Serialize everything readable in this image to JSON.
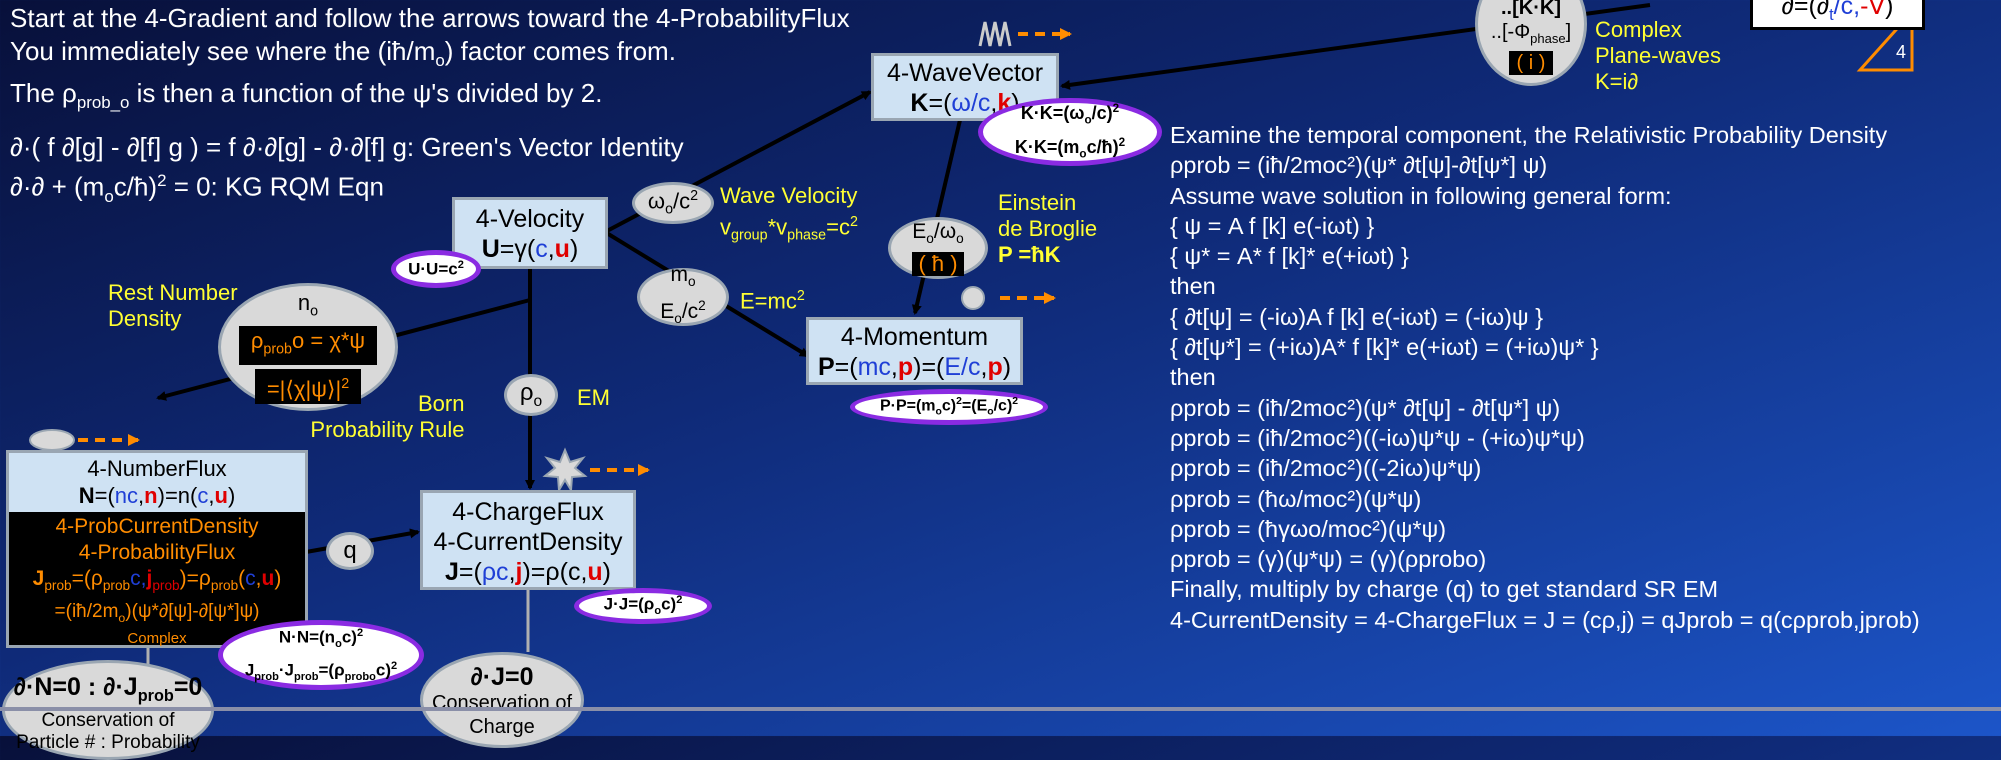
{
  "intro": {
    "line1": "Start at the 4-Gradient and follow the arrows toward the 4-ProbabilityFlux",
    "line2_pre": "You immediately see where the (iħ/m",
    "line2_sub": "o",
    "line2_post": ") factor comes from.",
    "line3_pre": "The ρ",
    "line3_sub": "prob_o",
    "line3_post": " is then a function of the ψ's divided by 2."
  },
  "identities": {
    "green": "∂·( f ∂[g] - ∂[f] g ) = f ∂·∂[g] - ∂·∂[f] g: Green's Vector Identity",
    "kg_pre": "∂·∂ + (m",
    "kg_sub": "o",
    "kg_mid": "c/ħ)",
    "kg_sup": "2",
    "kg_post": " = 0: KG RQM Eqn"
  },
  "top_right": {
    "kk_partial": "..[K·K]",
    "phi": "..[-Φ",
    "phi_sub": "phase",
    "phi_close": "]",
    "i": "( i )",
    "complex": "Complex",
    "planewaves": "Plane-waves",
    "k_eq": "K=i∂",
    "grad": "∂=(∂",
    "grad_t": "t",
    "grad_c": "/c,",
    "grad_nabla": "-∇",
    "grad_close": ")",
    "corner_number": "4"
  },
  "nodes": {
    "wavevector": {
      "title": "4-WaveVector",
      "k": "K",
      "eq": "=(",
      "w": "ω/c",
      "comma": ",",
      "kk": "k",
      "close": ")"
    },
    "velocity": {
      "title": "4-Velocity",
      "u": "U",
      "eq": "=γ(",
      "c": "c",
      "comma": ",",
      "uu": "u",
      "close": ")"
    },
    "momentum": {
      "title": "4-Momentum",
      "p": "P",
      "eq": "=(",
      "mc": "mc",
      "comma1": ",",
      "pp": "p",
      "mid": ")=(",
      "ec": "E/c",
      "comma2": ",",
      "pp2": "p",
      "close": ")"
    },
    "numberflux": {
      "title": "4-NumberFlux",
      "n": "N",
      "eq": "=(",
      "nc": "nc",
      "comma": ",",
      "nn": "n",
      "mid": ")=n(",
      "c": "c",
      "comma2": ",",
      "u": "u",
      "close": ")"
    },
    "chargeflux": {
      "title1": "4-ChargeFlux",
      "title2": "4-CurrentDensity",
      "j": "J",
      "eq": "=(",
      "rc": "ρc",
      "comma": ",",
      "jj": "j",
      "mid": ")=ρ(c,",
      "u": "u",
      "close": ")"
    },
    "probflux": {
      "l1": "4-ProbCurrentDensity",
      "l2": "4-ProbabilityFlux",
      "jprob": "J",
      "jprob_sub": "prob",
      "eq": "=(ρ",
      "rho_sub": "prob",
      "c": "c,",
      "j": "j",
      "j_sub": "prob",
      "mid": ")=ρ",
      "rho2_sub": "prob",
      "open": "(",
      "c2": "c",
      "comma": ",",
      "u": "u",
      "close": ")",
      "l4": "=(iħ/2m",
      "l4_sub": "o",
      "l4_post": ")(ψ*∂[ψ]-∂[ψ*]ψ)",
      "complex": "Complex"
    }
  },
  "ellipses": {
    "kk1_pre": "K·K=(ω",
    "kk1_sub": "o",
    "kk1_post": "/c)",
    "kk1_sup": "2",
    "kk2_pre": "K·K=(m",
    "kk2_sub": "o",
    "kk2_post": "c/ħ)",
    "kk2_sup": "2",
    "uu": "U·U=c",
    "uu_sup": "2",
    "wc_pre": "ω",
    "wc_sub": "o",
    "wc_post": "/c",
    "wc_sup": "2",
    "mo": "m",
    "mo_sub": "o",
    "ec_pre": "E",
    "ec_sub": "o",
    "ec_post": "/c",
    "ec_sup": "2",
    "ew_pre": "E",
    "ew_sub": "o",
    "ew_mid": "/ω",
    "ew_sub2": "o",
    "hbar": "( ħ )",
    "pp_pre": "P·P=(m",
    "pp_sub": "o",
    "pp_mid": "c)",
    "pp_sup": "2",
    "pp_mid2": "=(E",
    "pp_sub2": "o",
    "pp_post": "/c)",
    "pp_sup2": "2",
    "no": "n",
    "no_sub": "o",
    "rho_pre": "ρ",
    "rho_sub": "prob",
    "rho_o": "o",
    "rho_post": " = χ*ψ",
    "born_eq": "=|⟨χ|ψ⟩|",
    "born_sup": "2",
    "ro": "ρ",
    "ro_sub": "o",
    "q": "q",
    "jj_pre": "J·J=(ρ",
    "jj_sub": "o",
    "jj_post": "c)",
    "jj_sup": "2",
    "nn_pre": "N·N=(n",
    "nn_sub": "o",
    "nn_post": "c)",
    "nn_sup": "2",
    "jp_pre": "J",
    "jp_sub": "prob",
    "jp_mid": "·J",
    "jp_sub2": "prob",
    "jp_mid2": "=(ρ",
    "jp_sub3": "prob",
    "jp_sub4": "o",
    "jp_post": "c)",
    "jp_sup": "2",
    "dn": "∂·N=0 : ∂·J",
    "dn_sub": "prob",
    "dn_post": "=0",
    "dn_l2": "Conservation of",
    "dn_l3": "Particle # : Probability",
    "dj": "∂·J=0",
    "dj_l2": "Conservation of",
    "dj_l3": "Charge"
  },
  "labels": {
    "wave_velocity": "Wave Velocity",
    "v": "v",
    "v_sub1": "group",
    "star": "*v",
    "v_sub2": "phase",
    "eqc": "=c",
    "eqc_sup": "2",
    "emc": "E=mc",
    "emc_sup": "2",
    "einstein": "Einstein",
    "debroglie": "de Broglie",
    "p_eq": "P =ħK",
    "rest1": "Rest Number",
    "rest2": "Density",
    "born1": "Born",
    "born2": "Probability Rule",
    "em": "EM"
  },
  "panel": [
    "Examine the temporal component, the Relativistic Probability Density",
    "ρprob = (iħ/2moc²)(ψ* ∂t[ψ]-∂t[ψ*] ψ)",
    "Assume wave solution in following general form:",
    "{ ψ = A f [k] e(-iωt) }",
    "{ ψ* = A* f [k]* e(+iωt) }",
    "then",
    "{ ∂t[ψ] = (-iω)A f [k] e(-iωt) = (-iω)ψ }",
    "{ ∂t[ψ*] = (+iω)A* f [k]* e(+iωt) = (+iω)ψ* }",
    "then",
    "ρprob = (iħ/2moc²)(ψ* ∂t[ψ] - ∂t[ψ*] ψ)",
    "ρprob = (iħ/2moc²)((-iω)ψ*ψ - (+iω)ψ*ψ)",
    "ρprob = (iħ/2moc²)((-2iω)ψ*ψ)",
    "ρprob = (ħω/moc²)(ψ*ψ)",
    "ρprob = (ħγωo/moc²)(ψ*ψ)",
    "ρprob = (γ)(ψ*ψ) = (γ)(ρprobo)",
    "Finally, multiply by charge (q) to get standard SR EM",
    "4-CurrentDensity = 4-ChargeFlux = J = (cρ,j) = qJprob = q(cρprob,jprob)"
  ],
  "colors": {
    "accent_yellow": "#ffff33",
    "orange": "#ff8c00",
    "purple": "#8a2be2",
    "node_fill": "#cfe2f3"
  }
}
